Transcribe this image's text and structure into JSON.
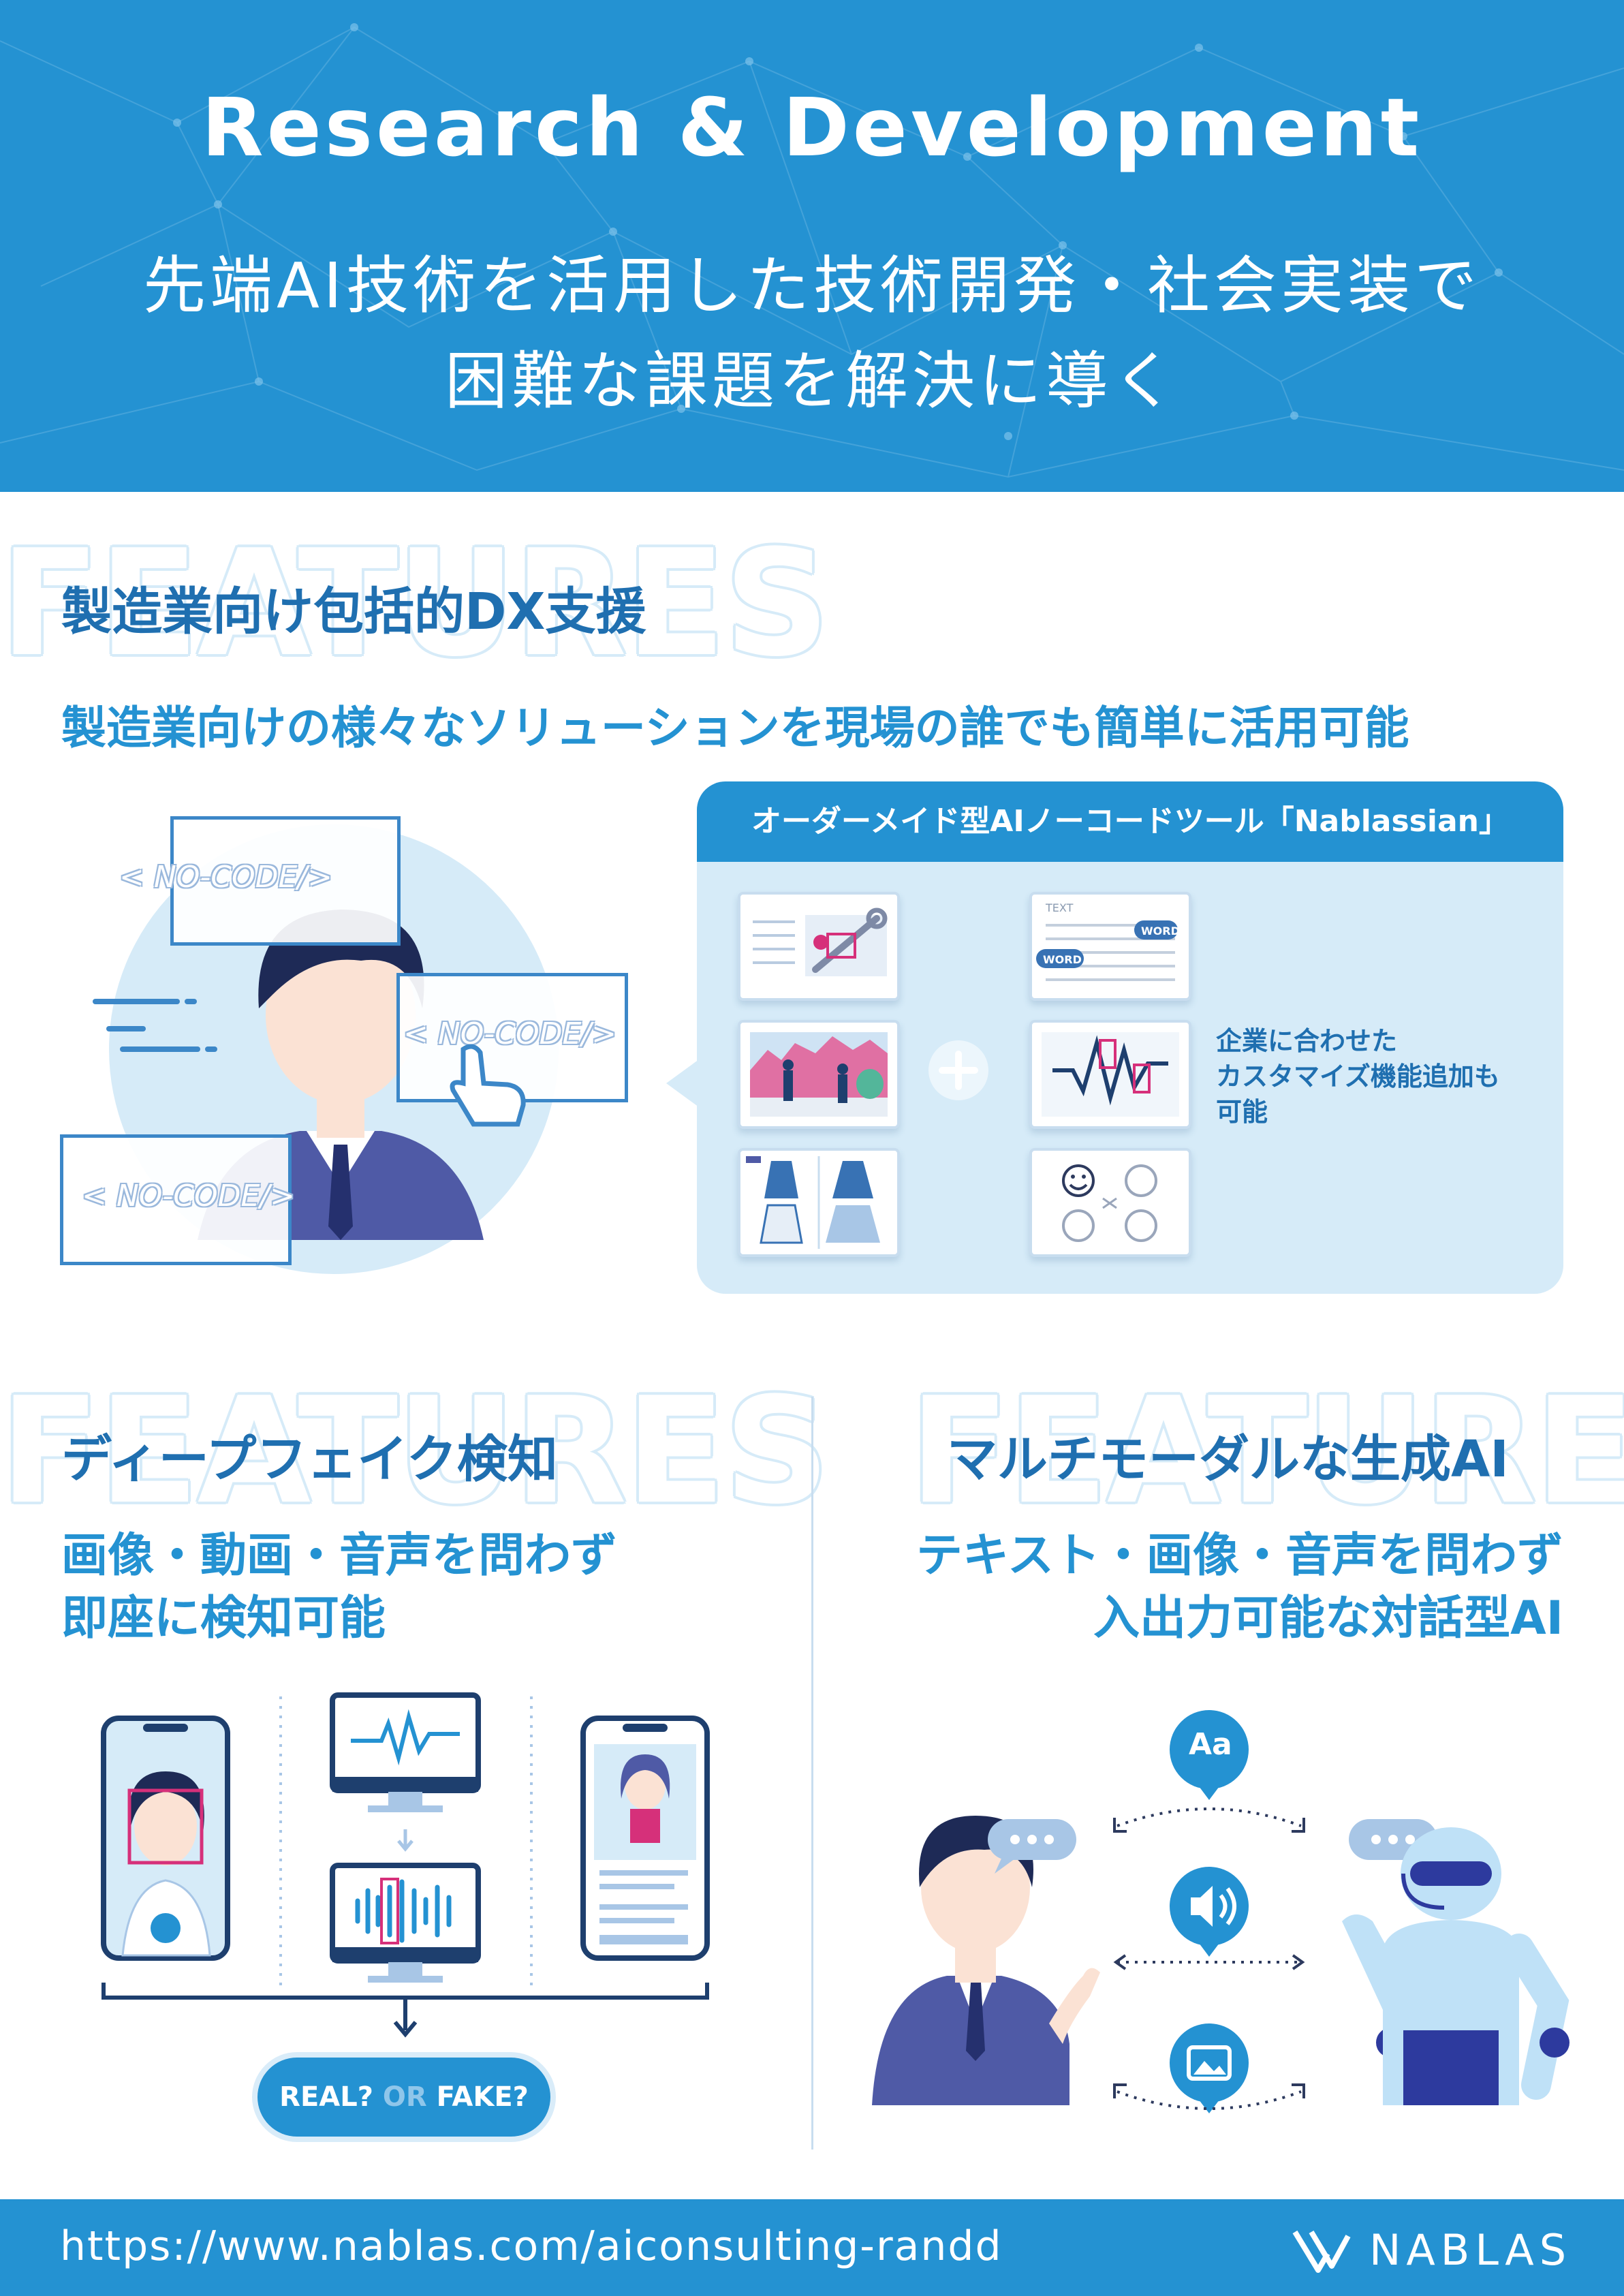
{
  "hero": {
    "title": "Research & Development",
    "subtitle_line1": "先端AI技術を活用した技術開発・社会実装で",
    "subtitle_line2": "困難な課題を解決に導く"
  },
  "watermark": "FEATURES",
  "section_dx": {
    "heading": "製造業向け包括的DX支援",
    "subheading": "製造業向けの様々なソリューションを現場の誰でも簡単に活用可能",
    "nocode_label": "< NO-CODE/>",
    "panel_title": "オーダーメイド型AIノーコードツール「Nablassian」",
    "tile_text_label": "TEXT",
    "tile_word_label": "WORD",
    "custom_note_line1": "企業に合わせた",
    "custom_note_line2": "カスタマイズ機能追加も",
    "custom_note_line3": "可能"
  },
  "section_deepfake": {
    "heading": "ディープフェイク検知",
    "desc_line1": "画像・動画・音声を問わず",
    "desc_line2": "即座に検知可能",
    "pill_real": "REAL?",
    "pill_or": "OR",
    "pill_fake": "FAKE?"
  },
  "section_multimodal": {
    "heading": "マルチモーダルな生成AI",
    "desc_line1": "テキスト・画像・音声を問わず",
    "desc_line2": "入出力可能な対話型AI",
    "text_badge": "Aa"
  },
  "footer": {
    "url": "https://www.nablas.com/aiconsulting-randd",
    "brand": "NABLAS"
  },
  "colors": {
    "primary": "#2492d2",
    "dark_blue": "#1f6fb0",
    "light_blue": "#d6ebf8",
    "suit": "#4f5aa6",
    "accent_pink": "#d6307a"
  }
}
